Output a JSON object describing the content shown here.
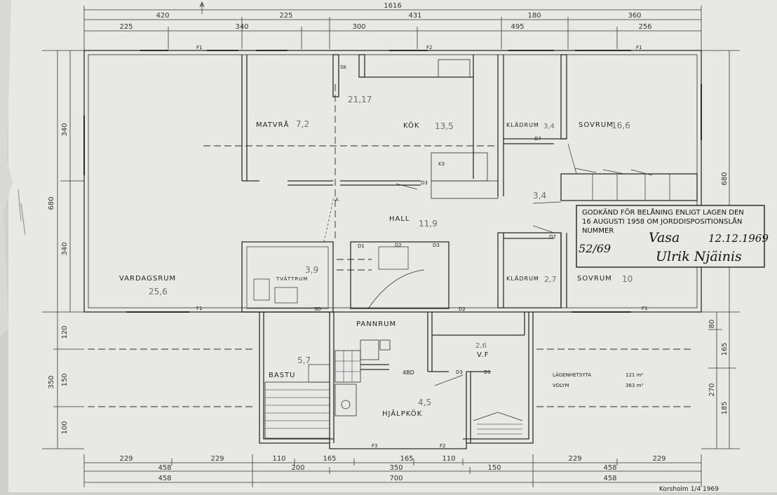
{
  "colors": {
    "paper": "#e8e8e4",
    "ink": "#2b2b2b",
    "pencil": "#6e6e6e",
    "margin": "#c9c9c6"
  },
  "dims_top": {
    "total": "1616",
    "grid_label": "A",
    "row1": [
      "420",
      "225",
      "431",
      "180",
      "360"
    ],
    "row2": [
      "225",
      "340",
      "300",
      "495",
      "256"
    ]
  },
  "dims_bottom": {
    "row1": [
      "229",
      "229",
      "110",
      "165",
      "165",
      "110",
      "229",
      "229"
    ],
    "row2": [
      "458",
      "200",
      "350",
      "150",
      "458"
    ],
    "row3": [
      "458",
      "700",
      "458"
    ]
  },
  "dims_left": {
    "upper": [
      "340",
      "340"
    ],
    "total": "680",
    "lower": [
      "120",
      "150",
      "100"
    ],
    "lower_total": "350"
  },
  "dims_right": {
    "total": "680",
    "lower": [
      "80",
      "165",
      "185"
    ],
    "lower_total": "270"
  },
  "rooms": {
    "vardagsrum": {
      "name": "VARDAGSRUM",
      "area": "25,6"
    },
    "matvra": {
      "name": "MATVRÅ",
      "area": "7,2"
    },
    "kok": {
      "name": "KÖK",
      "area": "13,5"
    },
    "kok_top_area": "21,17",
    "kladrum_top": {
      "name": "KLÄDRUM",
      "area": "3,4"
    },
    "sovrum_top": {
      "name": "SOVRUM",
      "area": "16,6"
    },
    "corridor_area": "3,4",
    "hall": {
      "name": "HALL",
      "area": "11,9"
    },
    "tvattrum": {
      "name": "TVÄTTRUM",
      "area": "3,9"
    },
    "kladrum_bottom": {
      "name": "KLÄDRUM",
      "area": "2,7"
    },
    "sovrum_bottom": {
      "name": "SOVRUM",
      "area": "10"
    },
    "pannrum": {
      "name": "PANNRUM"
    },
    "pannrum_area": "5,7",
    "vf": {
      "name": "V.F",
      "area": "2,6"
    },
    "basto": {
      "name": "BASTU"
    },
    "hjalpkok": {
      "name": "HJÄLPKÖK",
      "area": "4,5"
    }
  },
  "labels": {
    "sk": "SK",
    "k3": "K3",
    "d3": "D3",
    "d7": "D7",
    "d1": "D1",
    "d2": "D2",
    "sd": "SD",
    "f1": "F1",
    "f2": "F2",
    "f3": "F3",
    "a_mark": "A",
    "abd": "4BD"
  },
  "area_table": {
    "lagenhetsyta_label": "LÄGENHETSYTA",
    "lagenhetsyta_value": "121 m²",
    "volym_label": "VOLYM",
    "volym_value": "363 m³"
  },
  "stamp": {
    "line1": "GODKÄND FÖR BELÅNING ENLIGT LAGEN DEN",
    "line2": "16 AUGUSTI 1958 OM JORDDISPOSITIONSLÅN",
    "line3": "NUMMER",
    "number": "52/69",
    "place": "Vasa",
    "date": "12.12.1969",
    "signature": "Ulrik Njäinis"
  },
  "footer_text": "Korsholm 1/4 1969"
}
